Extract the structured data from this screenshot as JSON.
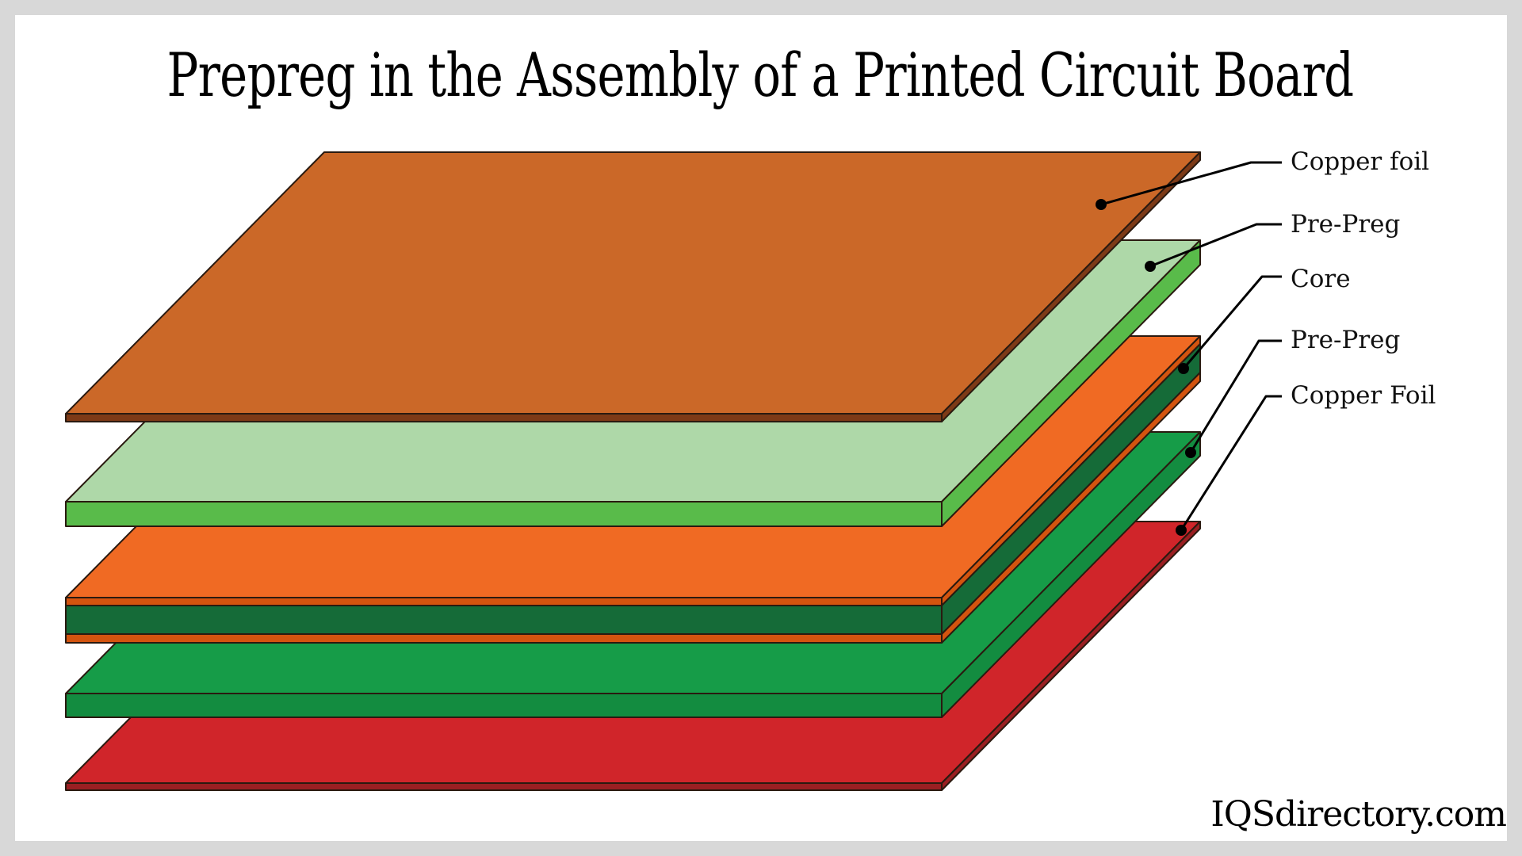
{
  "title": "Prepreg in the Assembly of a Printed Circuit Board",
  "brand": "IQSdirectory.com",
  "colors": {
    "background": "#d8d8d8",
    "card": "#ffffff",
    "copper_top": "#cb6828",
    "copper_side": "#7d3a17",
    "prepreg_light_top": "#aed8a8",
    "prepreg_light_side": "#59bb4a",
    "core_orange_top": "#f06a23",
    "core_orange_side": "#d4540f",
    "core_dark_green": "#156b38",
    "prepreg_green_top": "#169c48",
    "prepreg_green_side": "#138c40",
    "copper_red_top": "#d0252a",
    "copper_red_side": "#9a1f22",
    "outline": "#2a1a10"
  },
  "layers": [
    {
      "name": "Copper foil",
      "order": 1
    },
    {
      "name": "Pre-Preg",
      "order": 2
    },
    {
      "name": "Core",
      "order": 3
    },
    {
      "name": "Pre-Preg",
      "order": 4
    },
    {
      "name": "Copper Foil",
      "order": 5
    }
  ],
  "labels": {
    "copper_foil_top": "Copper foil",
    "prepreg_top": "Pre-Preg",
    "core": "Core",
    "prepreg_bottom": "Pre-Preg",
    "copper_foil_bottom": "Copper Foil"
  }
}
